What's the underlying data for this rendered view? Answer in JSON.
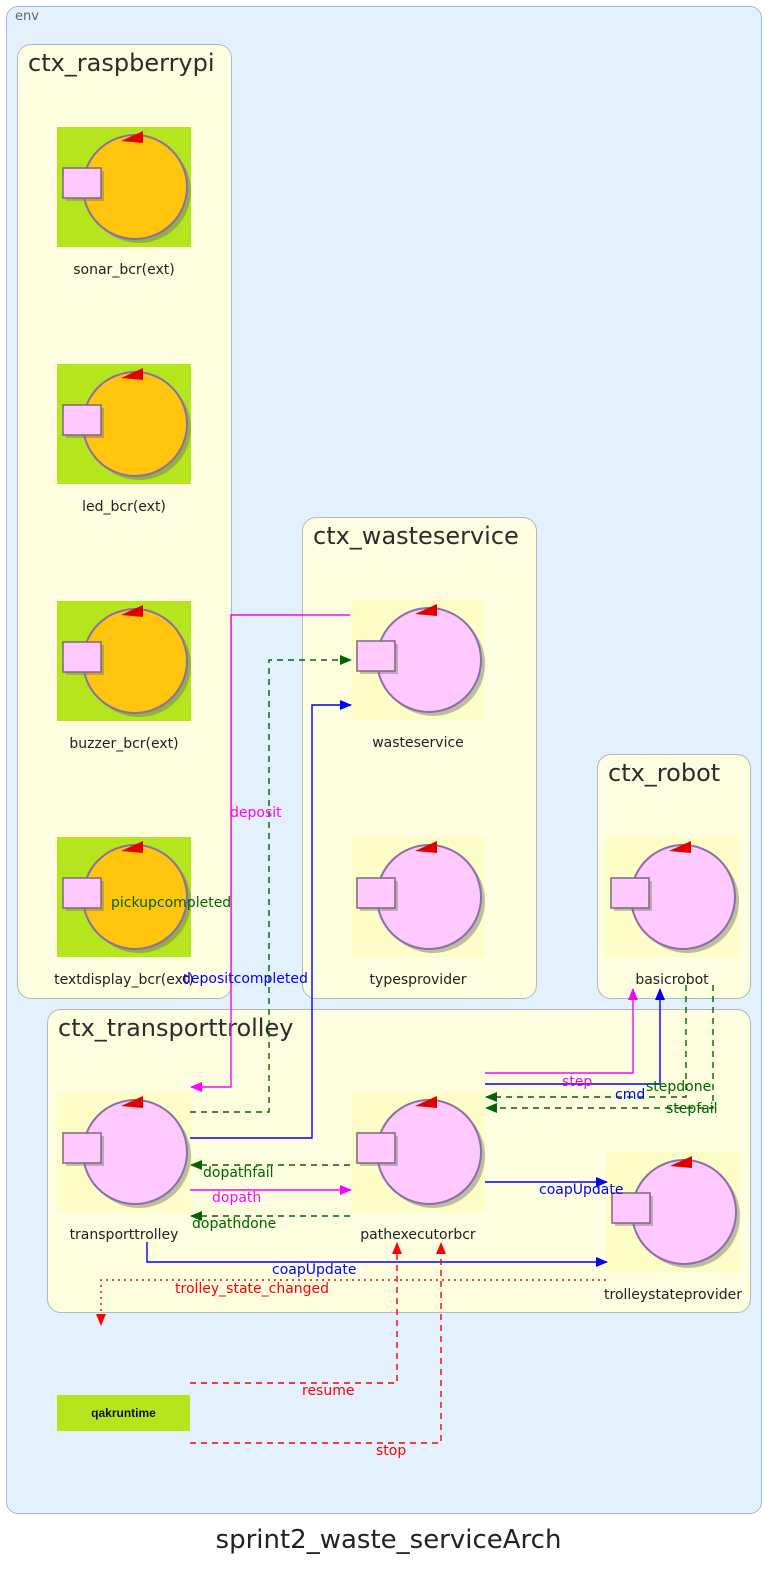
{
  "env_label": "env",
  "diagram_title": "sprint2_waste_serviceArch",
  "contexts": {
    "raspberrypi": "ctx_raspberrypi",
    "wasteservice": "ctx_wasteservice",
    "robot": "ctx_robot",
    "transporttrolley": "ctx_transporttrolley"
  },
  "actors": {
    "sonar": "sonar_bcr(ext)",
    "led": "led_bcr(ext)",
    "buzzer": "buzzer_bcr(ext)",
    "textdisplay": "textdisplay_bcr(ext)",
    "wasteservice": "wasteservice",
    "typesprovider": "typesprovider",
    "basicrobot": "basicrobot",
    "transporttrolley": "transporttrolley",
    "pathexecutorbcr": "pathexecutorbcr",
    "trolleystateprovider": "trolleystateprovider"
  },
  "runtime_label": "qakruntime",
  "links": {
    "deposit": "deposit",
    "pickupcompleted": "pickupcompleted",
    "depositcompleted": "depositcompleted",
    "step": "step",
    "cmd": "cmd",
    "stepdone": "stepdone",
    "stepfail": "stepfail",
    "dopathfail": "dopathfail",
    "dopath": "dopath",
    "dopathdone": "dopathdone",
    "coapUpdate_path": "coapUpdate",
    "coapUpdate_trolley": "coapUpdate",
    "trolley_state_changed": "trolley_state_changed",
    "resume": "resume",
    "stop": "stop"
  },
  "colors": {
    "request": "#ff00ff",
    "dispatch": "#0000ff",
    "reply": "#006400",
    "event": "#ff0000",
    "external_actor_fill": "#ffc40c",
    "internal_actor_fill": "#ffc8ff",
    "external_actor_bg": "#b5e61d",
    "internal_actor_bg": "#fdfdc8"
  }
}
